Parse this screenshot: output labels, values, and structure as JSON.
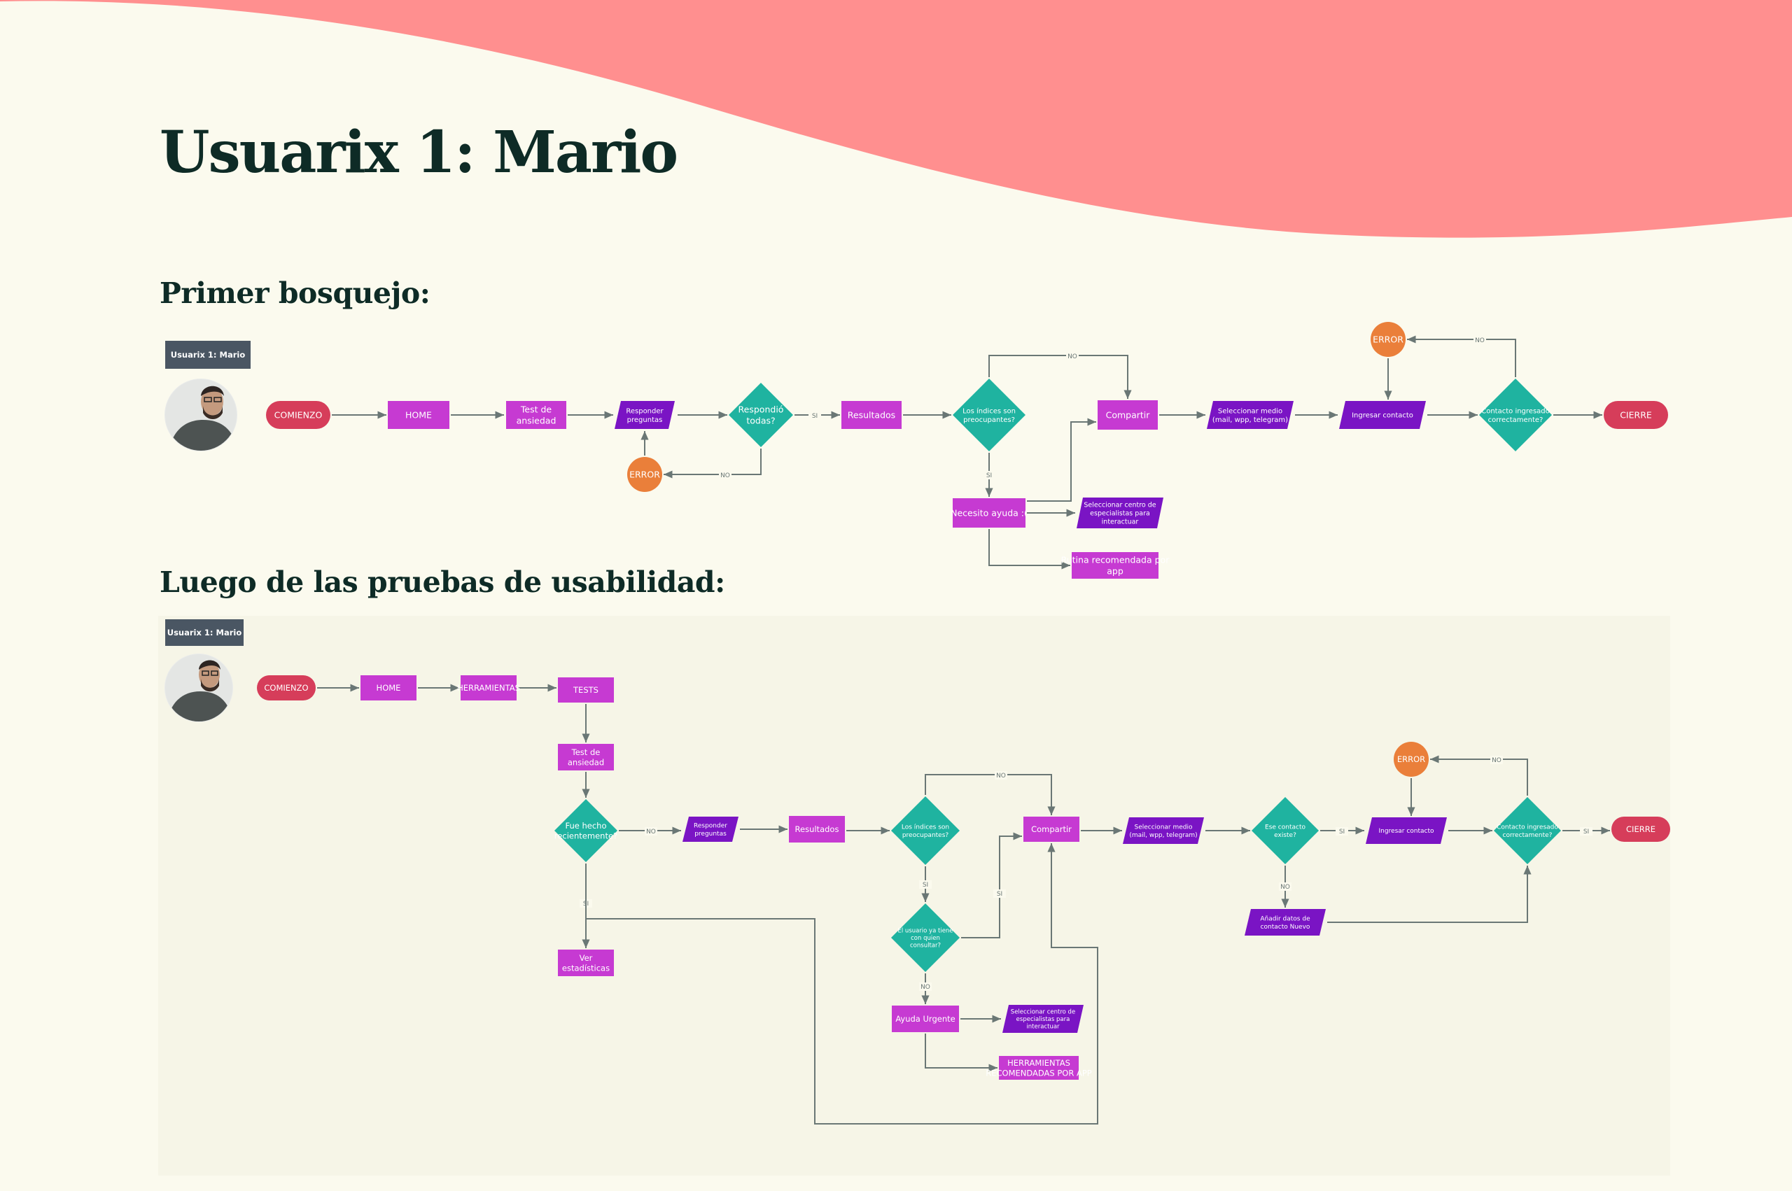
{
  "page": {
    "title": "Usuarix 1: Mario",
    "section1_title": "Primer bosquejo:",
    "section2_title": "Luego de las pruebas de usabilidad:"
  },
  "colors": {
    "background": "#fbfaee",
    "wave": "#ff8f8f",
    "title": "#0e2b26",
    "terminal": "#d63d5a",
    "process": "#c63ad2",
    "io": "#7a14c4",
    "decision": "#1fb3a0",
    "error": "#ea7f3a",
    "user_tag": "#4a5663",
    "edge": "#6a7775"
  },
  "flow1": {
    "user_tag": "Usuarix 1: Mario",
    "nodes": [
      {
        "id": "comienzo",
        "type": "terminal",
        "text": [
          "COMIENZO"
        ]
      },
      {
        "id": "home",
        "type": "process",
        "text": [
          "HOME"
        ]
      },
      {
        "id": "test",
        "type": "process",
        "text": [
          "Test de",
          "ansiedad"
        ]
      },
      {
        "id": "responder",
        "type": "io",
        "text": [
          "Responder",
          "preguntas"
        ]
      },
      {
        "id": "respondio",
        "type": "decision",
        "text": [
          "Respondió",
          "todas?"
        ]
      },
      {
        "id": "error1",
        "type": "error",
        "text": [
          "ERROR"
        ]
      },
      {
        "id": "resultados",
        "type": "process",
        "text": [
          "Resultados"
        ]
      },
      {
        "id": "indices",
        "type": "decision",
        "text": [
          "Los índices son",
          "preocupantes?"
        ]
      },
      {
        "id": "compartir",
        "type": "process",
        "text": [
          "Compartir"
        ]
      },
      {
        "id": "necesito",
        "type": "process",
        "text": [
          "Necesito ayuda :("
        ]
      },
      {
        "id": "selcentro",
        "type": "io",
        "text": [
          "Seleccionar centro de",
          "especialistas para",
          "interactuar"
        ]
      },
      {
        "id": "rutina",
        "type": "process",
        "text": [
          "Rutina recomendada por",
          "app"
        ]
      },
      {
        "id": "selmedio",
        "type": "io",
        "text": [
          "Seleccionar medio",
          "(mail, wpp, telegram)"
        ]
      },
      {
        "id": "ingresar",
        "type": "io",
        "text": [
          "Ingresar contacto"
        ]
      },
      {
        "id": "contacto_ok",
        "type": "decision",
        "text": [
          "Contacto ingresado",
          "correctamente?"
        ]
      },
      {
        "id": "error2",
        "type": "error",
        "text": [
          "ERROR"
        ]
      },
      {
        "id": "cierre",
        "type": "terminal",
        "text": [
          "CIERRE"
        ]
      }
    ],
    "edges": [
      {
        "from": "comienzo",
        "to": "home",
        "label": ""
      },
      {
        "from": "home",
        "to": "test",
        "label": ""
      },
      {
        "from": "test",
        "to": "responder",
        "label": ""
      },
      {
        "from": "responder",
        "to": "respondio",
        "label": ""
      },
      {
        "from": "respondio",
        "to": "resultados",
        "label": "SI"
      },
      {
        "from": "respondio",
        "to": "error1",
        "label": "NO"
      },
      {
        "from": "error1",
        "to": "responder",
        "label": ""
      },
      {
        "from": "resultados",
        "to": "indices",
        "label": ""
      },
      {
        "from": "indices",
        "to": "compartir",
        "label": "NO"
      },
      {
        "from": "indices",
        "to": "necesito",
        "label": "SI"
      },
      {
        "from": "necesito",
        "to": "compartir",
        "label": ""
      },
      {
        "from": "necesito",
        "to": "selcentro",
        "label": ""
      },
      {
        "from": "necesito",
        "to": "rutina",
        "label": ""
      },
      {
        "from": "compartir",
        "to": "selmedio",
        "label": ""
      },
      {
        "from": "selmedio",
        "to": "ingresar",
        "label": ""
      },
      {
        "from": "ingresar",
        "to": "contacto_ok",
        "label": ""
      },
      {
        "from": "contacto_ok",
        "to": "cierre",
        "label": ""
      },
      {
        "from": "contacto_ok",
        "to": "error2",
        "label": "NO"
      },
      {
        "from": "error2",
        "to": "ingresar",
        "label": ""
      }
    ]
  },
  "flow2": {
    "user_tag": "Usuarix 1: Mario",
    "nodes": [
      {
        "id": "comienzo",
        "type": "terminal",
        "text": [
          "COMIENZO"
        ]
      },
      {
        "id": "home",
        "type": "process",
        "text": [
          "HOME"
        ]
      },
      {
        "id": "herramientas",
        "type": "process",
        "text": [
          "HERRAMIENTAS"
        ]
      },
      {
        "id": "tests",
        "type": "process",
        "text": [
          "TESTS"
        ]
      },
      {
        "id": "test",
        "type": "process",
        "text": [
          "Test de",
          "ansiedad"
        ]
      },
      {
        "id": "fue_hecho",
        "type": "decision",
        "text": [
          "Fue hecho",
          "recientemente?"
        ]
      },
      {
        "id": "ver_est",
        "type": "process",
        "text": [
          "Ver",
          "estadísticas"
        ]
      },
      {
        "id": "responder",
        "type": "io",
        "text": [
          "Responder",
          "preguntas"
        ]
      },
      {
        "id": "resultados",
        "type": "process",
        "text": [
          "Resultados"
        ]
      },
      {
        "id": "indices",
        "type": "decision",
        "text": [
          "Los índices son",
          "preocupantes?"
        ]
      },
      {
        "id": "ya_tiene",
        "type": "decision",
        "text": [
          "El usuario ya tiene",
          "con quien",
          "consultar?"
        ]
      },
      {
        "id": "ayuda",
        "type": "process",
        "text": [
          "Ayuda Urgente"
        ]
      },
      {
        "id": "selcentro",
        "type": "io",
        "text": [
          "Seleccionar centro de",
          "especialistas para",
          "interactuar"
        ]
      },
      {
        "id": "herr_rec",
        "type": "process",
        "text": [
          "HERRAMIENTAS",
          "RECOMENDADAS POR APP"
        ]
      },
      {
        "id": "compartir",
        "type": "process",
        "text": [
          "Compartir"
        ]
      },
      {
        "id": "selmedio",
        "type": "io",
        "text": [
          "Seleccionar medio",
          "(mail, wpp, telegram)"
        ]
      },
      {
        "id": "existe",
        "type": "decision",
        "text": [
          "Ese contacto",
          "existe?"
        ]
      },
      {
        "id": "anadir",
        "type": "io",
        "text": [
          "Añadir datos de",
          "contacto Nuevo"
        ]
      },
      {
        "id": "ingresar",
        "type": "io",
        "text": [
          "Ingresar contacto"
        ]
      },
      {
        "id": "contacto_ok",
        "type": "decision",
        "text": [
          "Contacto ingresado",
          "correctamente?"
        ]
      },
      {
        "id": "error",
        "type": "error",
        "text": [
          "ERROR"
        ]
      },
      {
        "id": "cierre",
        "type": "terminal",
        "text": [
          "CIERRE"
        ]
      }
    ],
    "edges": [
      {
        "from": "comienzo",
        "to": "home",
        "label": ""
      },
      {
        "from": "home",
        "to": "herramientas",
        "label": ""
      },
      {
        "from": "herramientas",
        "to": "tests",
        "label": ""
      },
      {
        "from": "tests",
        "to": "test",
        "label": ""
      },
      {
        "from": "test",
        "to": "fue_hecho",
        "label": ""
      },
      {
        "from": "fue_hecho",
        "to": "responder",
        "label": "NO"
      },
      {
        "from": "fue_hecho",
        "to": "ver_est",
        "label": "SI"
      },
      {
        "from": "fue_hecho",
        "to": "compartir",
        "label": ""
      },
      {
        "from": "responder",
        "to": "resultados",
        "label": ""
      },
      {
        "from": "resultados",
        "to": "indices",
        "label": ""
      },
      {
        "from": "indices",
        "to": "compartir",
        "label": "NO"
      },
      {
        "from": "indices",
        "to": "ya_tiene",
        "label": "SI"
      },
      {
        "from": "ya_tiene",
        "to": "compartir",
        "label": "SI"
      },
      {
        "from": "ya_tiene",
        "to": "ayuda",
        "label": "NO"
      },
      {
        "from": "ayuda",
        "to": "selcentro",
        "label": ""
      },
      {
        "from": "ayuda",
        "to": "herr_rec",
        "label": ""
      },
      {
        "from": "compartir",
        "to": "selmedio",
        "label": ""
      },
      {
        "from": "selmedio",
        "to": "existe",
        "label": ""
      },
      {
        "from": "existe",
        "to": "ingresar",
        "label": "SI"
      },
      {
        "from": "existe",
        "to": "anadir",
        "label": "NO"
      },
      {
        "from": "anadir",
        "to": "contacto_ok",
        "label": ""
      },
      {
        "from": "ingresar",
        "to": "contacto_ok",
        "label": ""
      },
      {
        "from": "contacto_ok",
        "to": "cierre",
        "label": "SI"
      },
      {
        "from": "contacto_ok",
        "to": "error",
        "label": "NO"
      },
      {
        "from": "error",
        "to": "ingresar",
        "label": ""
      }
    ]
  }
}
